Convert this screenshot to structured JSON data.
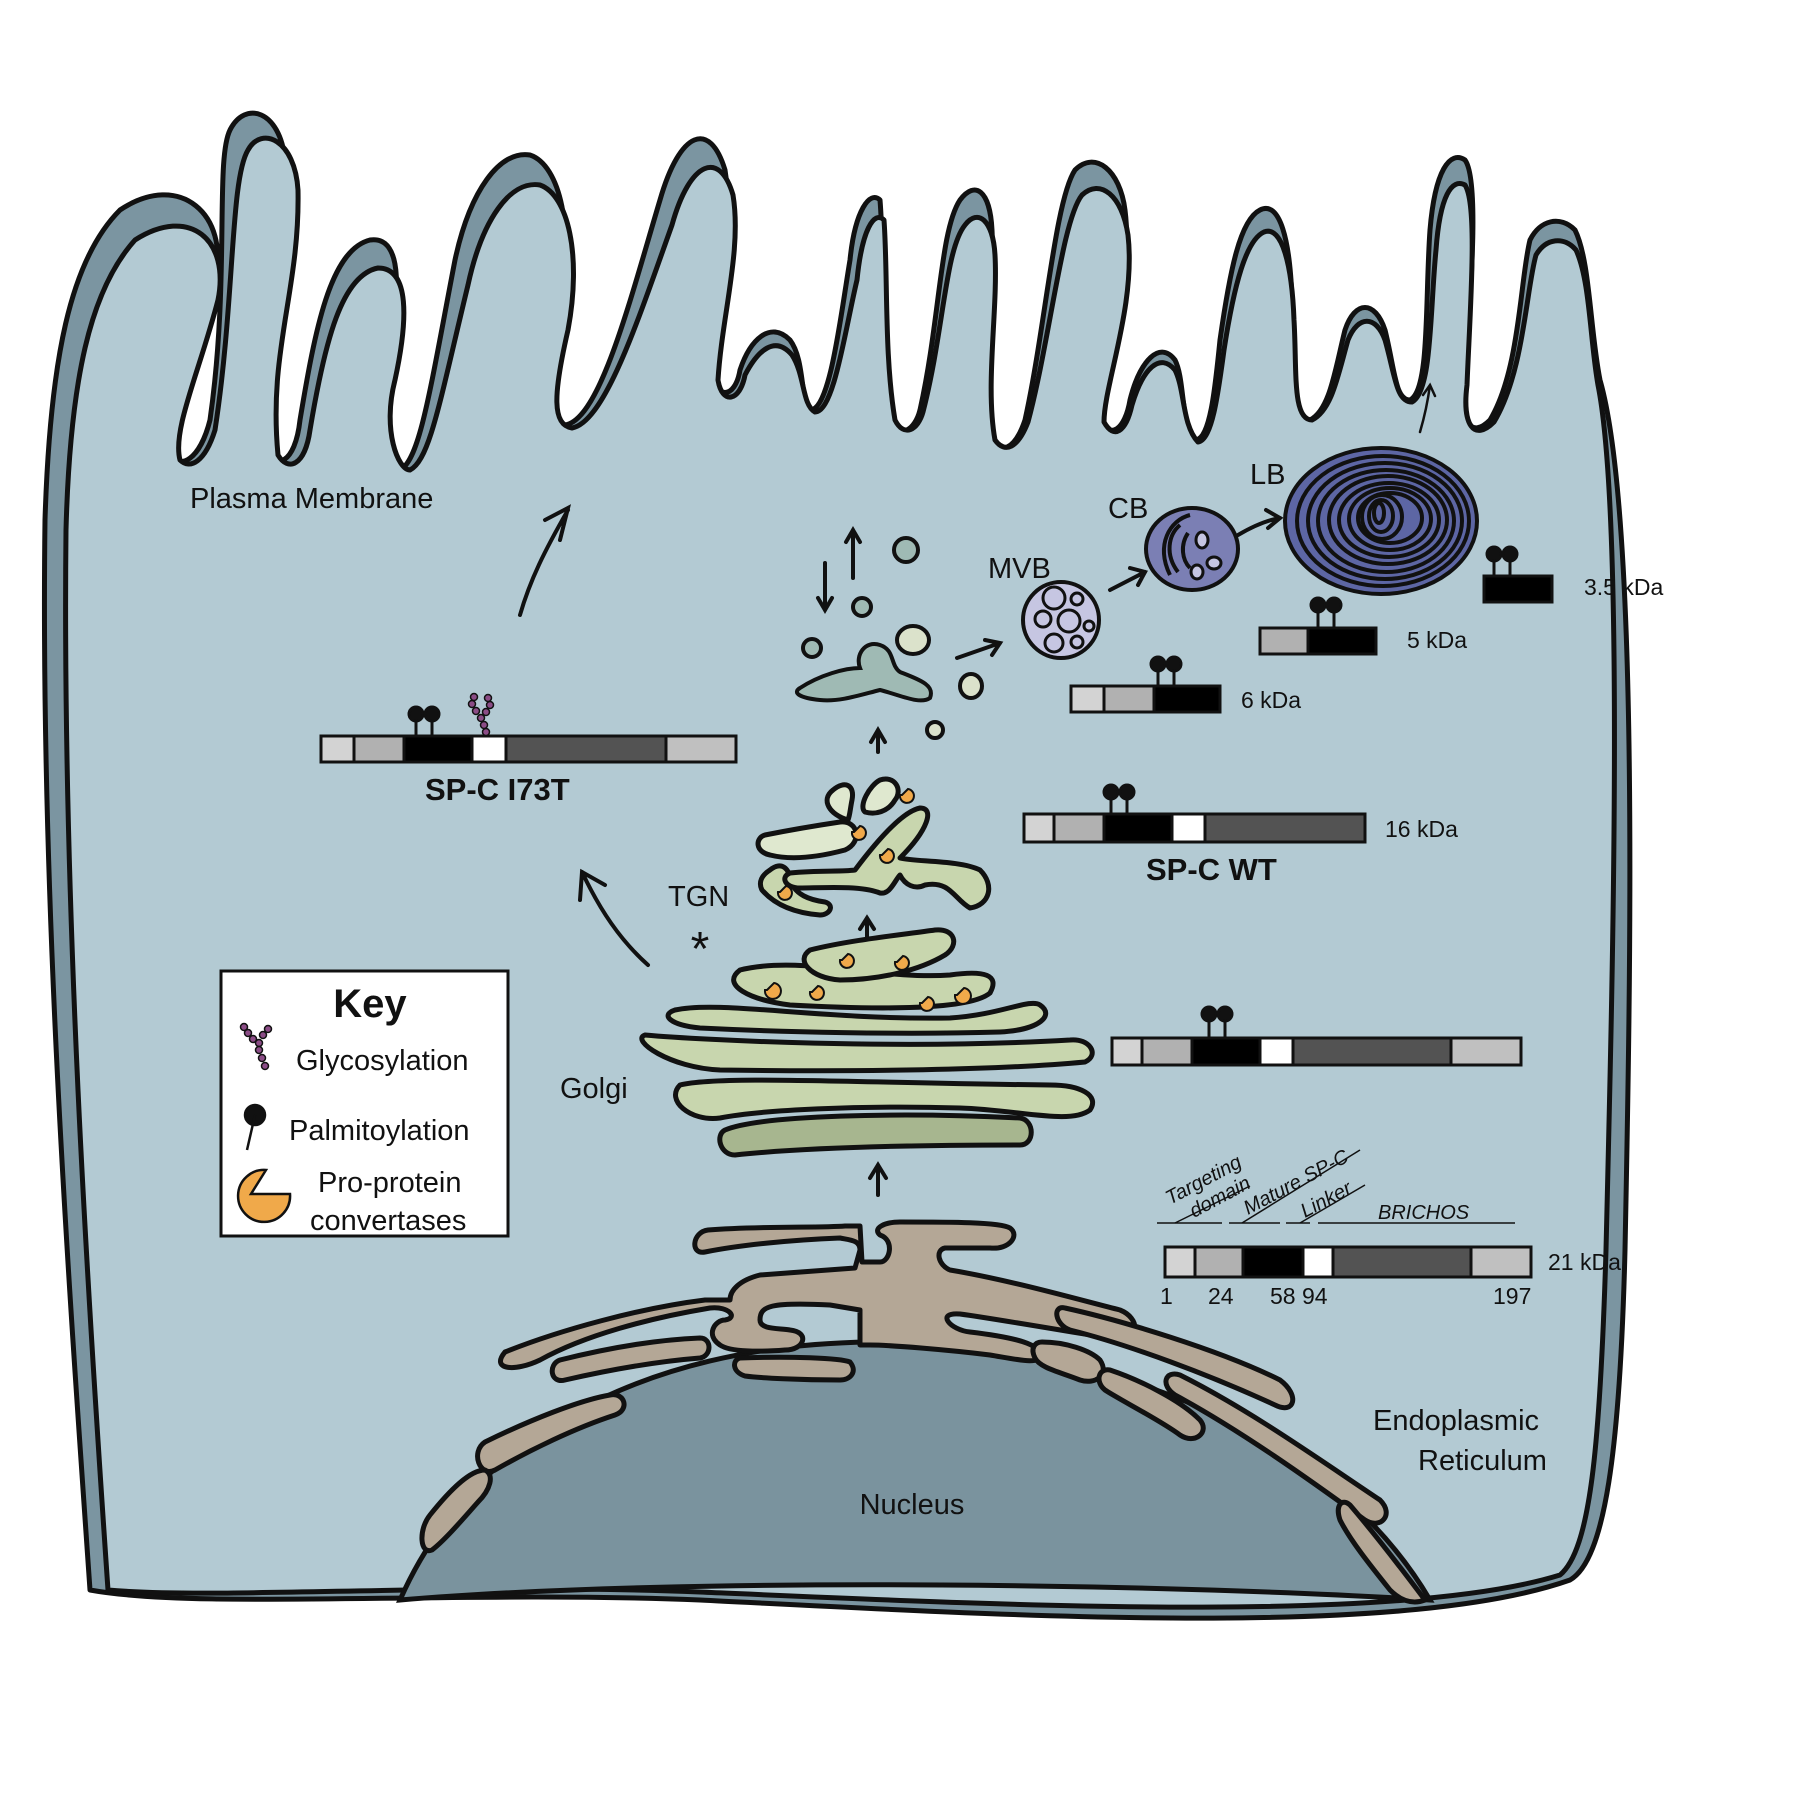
{
  "title": "SP-C trafficking in alveolar type II cell",
  "colors": {
    "cytoplasm": "#b3cad3",
    "membrane_shadow": "#7b95a1",
    "nucleus": "#7a939e",
    "er": "#b4a796",
    "golgi_light": "#c8d6ae",
    "golgi_dark": "#a7b68f",
    "tgn_light": "#dfe8cf",
    "vesicle_fill": "#9fbab4",
    "vesicle_pale": "#dbe2cb",
    "mvb": "#c6c6e2",
    "cb": "#7b7fb4",
    "lb": "#5d66a4",
    "convertase": "#f0a94a",
    "glycan": "#8b4c86",
    "seg_light": "#d3d3d3",
    "seg_mid": "#b1b1b1",
    "seg_mature": "#000000",
    "seg_linker": "#ffffff",
    "seg_brichos": "#535353",
    "seg_cterm": "#c0c0c0"
  },
  "labels": {
    "plasma_membrane": "Plasma Membrane",
    "golgi": "Golgi",
    "tgn": "TGN",
    "mvb": "MVB",
    "cb": "CB",
    "lb": "LB",
    "er_line1": "Endoplasmic",
    "er_line2": "Reticulum",
    "nucleus": "Nucleus"
  },
  "key": {
    "title": "Key",
    "items": [
      {
        "icon": "glycosylation-icon",
        "label": "Glycosylation"
      },
      {
        "icon": "palmitoylation-icon",
        "label": "Palmitoylation"
      },
      {
        "icon": "convertase-icon",
        "label_line1": "Pro-protein",
        "label_line2": "convertases"
      }
    ]
  },
  "proteins": {
    "domain_annotations": {
      "targeting_line1": "Targeting",
      "targeting_line2": "domain",
      "mature": "Mature SP-C",
      "linker": "Linker",
      "brichos": "BRICHOS"
    },
    "residue_numbers": [
      "1",
      "24",
      "58",
      "94",
      "197"
    ],
    "full_length": {
      "size": "21 kDa"
    },
    "golgi_form": {
      "size": ""
    },
    "wt": {
      "name": "SP-C WT",
      "size": "16 kDa"
    },
    "i73t": {
      "name": "SP-C I73T"
    },
    "mvb_form": {
      "size": "6 kDa"
    },
    "cb_form": {
      "size": "5 kDa"
    },
    "lb_form": {
      "size": "3.5 kDa"
    }
  }
}
